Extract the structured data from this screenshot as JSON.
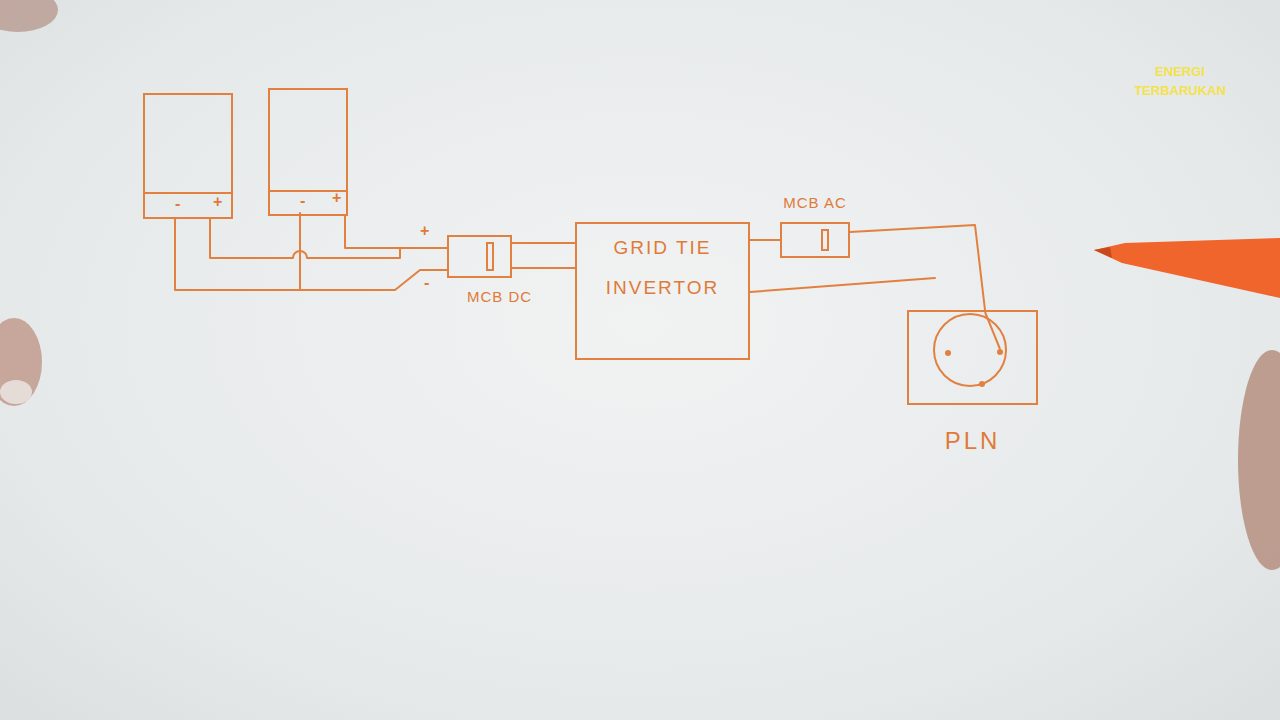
{
  "diagram": {
    "nodes": [
      {
        "text": [
          "-",
          "+"
        ]
      },
      {
        "text": [
          "-",
          "+"
        ]
      },
      {
        "text": [
          "MCB DC"
        ]
      },
      {
        "text": [
          "GRID TIE INVERTOR"
        ]
      },
      {
        "text": [
          "MCB AC"
        ]
      },
      {
        "text": [
          "PLN"
        ]
      }
    ],
    "edges": [
      {
        "from": 0,
        "to": 2,
        "arrow": "none"
      },
      {
        "from": 1,
        "to": 2,
        "arrow": "none"
      },
      {
        "from": 2,
        "to": 3,
        "arrow": "none"
      },
      {
        "from": 3,
        "to": 4,
        "arrow": "none"
      },
      {
        "from": 4,
        "to": 5,
        "arrow": "none"
      }
    ],
    "labels": [
      "+",
      "-",
      "ENERGI TERBARUKAN"
    ]
  }
}
